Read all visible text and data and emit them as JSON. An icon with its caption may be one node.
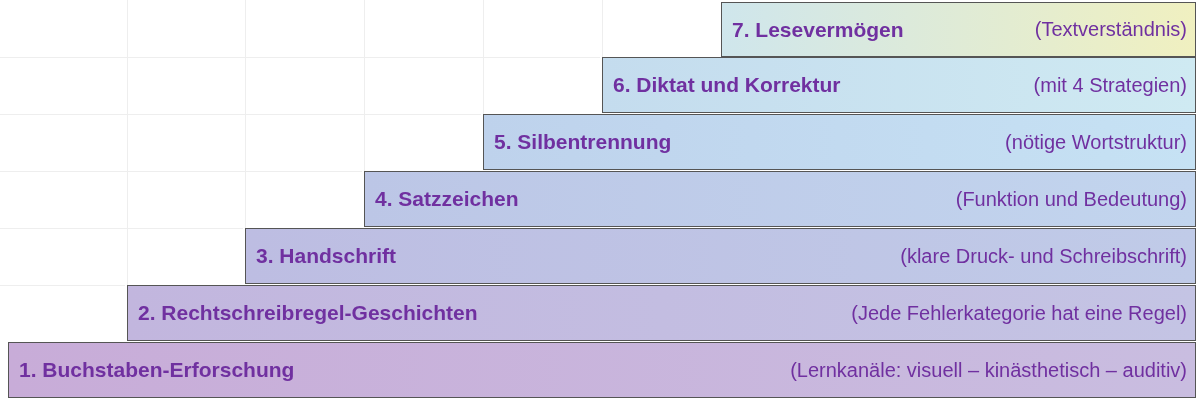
{
  "diagram": {
    "nodes": [
      {
        "text": [
          "1. Buchstaben-Erforschung",
          "(Lernkanäle: visuell – kinästhetisch – auditiv)"
        ]
      },
      {
        "text": [
          "2. Rechtschreibregel-Geschichten",
          "(Jede Fehlerkategorie hat eine Regel)"
        ]
      },
      {
        "text": [
          "3. Handschrift",
          "(klare Druck- und Schreibschrift)"
        ]
      },
      {
        "text": [
          "4. Satzzeichen",
          "(Funktion und Bedeutung)"
        ]
      },
      {
        "text": [
          "5. Silbentrennung",
          "(nötige Wortstruktur)"
        ]
      },
      {
        "text": [
          "6. Diktat und Korrektur",
          "(mit 4 Strategien)"
        ]
      },
      {
        "text": [
          "7. Lesevermögen",
          "(Textverständnis)"
        ]
      }
    ]
  }
}
